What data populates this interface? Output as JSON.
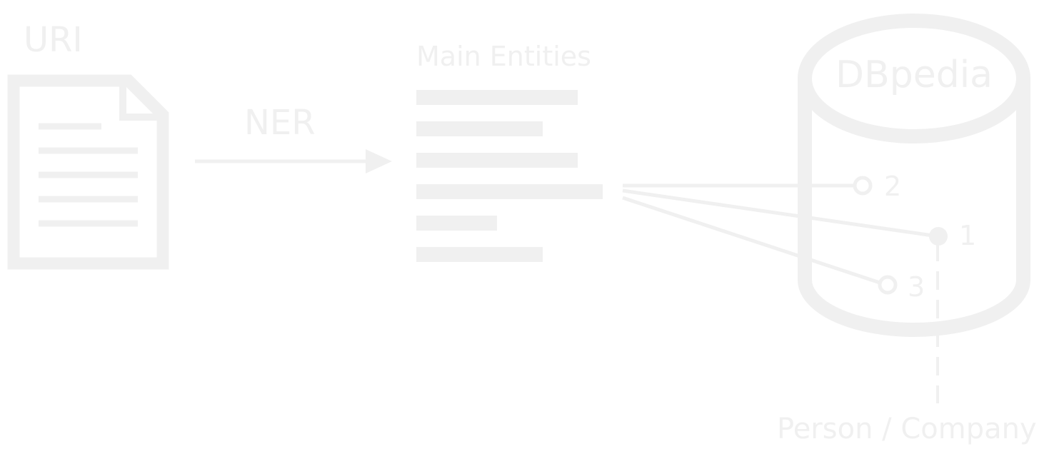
{
  "labels": {
    "uri": "URI",
    "ner": "NER",
    "main_entities": "Main Entities",
    "dbpedia": "DBpedia",
    "node_2": "2",
    "node_1": "1",
    "node_3": "3",
    "type": "Person / Company"
  },
  "colors": {
    "stroke": "#f0f0f0",
    "background": "#ffffff"
  },
  "icons": [
    "document-icon",
    "arrow-icon",
    "entity-list-icon",
    "database-cylinder-icon"
  ]
}
